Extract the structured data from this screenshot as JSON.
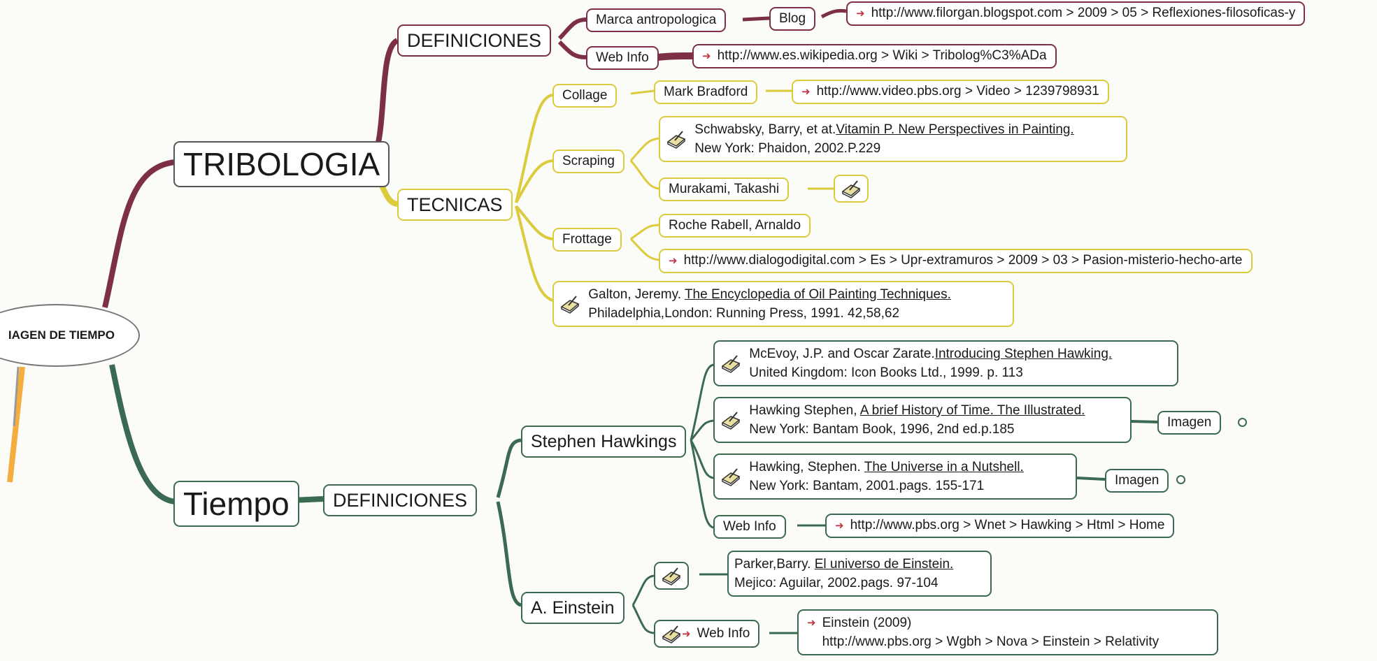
{
  "center": {
    "label": "IAGEN DE TIEMPO"
  },
  "tribologia": {
    "label": "TRIBOLOGIA",
    "definiciones": {
      "label": "DEFINICIONES",
      "marca": {
        "label": "Marca antropologica",
        "blog": {
          "label": "Blog",
          "url": "http://www.filorgan.blogspot.com > 2009 > 05 > Reflexiones-filosoficas-y"
        }
      },
      "webinfo": {
        "label": "Web Info",
        "url": "http://www.es.wikipedia.org > Wiki > Tribolog%C3%ADa"
      }
    },
    "tecnicas": {
      "label": "TECNICAS",
      "collage": {
        "label": "Collage",
        "artist": "Mark Bradford",
        "url": "http://www.video.pbs.org > Video > 1239798931"
      },
      "scraping": {
        "label": "Scraping",
        "ref": {
          "line1_pre": "Schwabsky, Barry, et at.",
          "line1_title": "Vitamin P. New Perspectives in Painting.",
          "line2": "New York: Phaidon, 2002.P.229"
        },
        "artist": "Murakami, Takashi"
      },
      "frottage": {
        "label": "Frottage",
        "artist": "Roche Rabell, Arnaldo",
        "url": "http://www.dialogodigital.com > Es > Upr-extramuros > 2009 > 03 > Pasion-misterio-hecho-arte"
      },
      "galton": {
        "line1_pre": "Galton, Jeremy. ",
        "line1_title": "The Encyclopedia of Oil Painting Techniques.",
        "line2": "Philadelphia,London: Running Press, 1991. 42,58,62"
      }
    }
  },
  "tiempo": {
    "label": "Tiempo",
    "definiciones": {
      "label": "DEFINICIONES",
      "hawking": {
        "label": "Stephen Hawkings",
        "ref1": {
          "line1_pre": "McEvoy, J.P. and Oscar Zarate.",
          "line1_title": "Introducing Stephen Hawking.",
          "line2": "United Kingdom: Icon Books Ltd., 1999. p. 113"
        },
        "ref2": {
          "line1_pre": "Hawking Stephen, ",
          "line1_title": "A brief History of Time. The Illustrated.",
          "line2": "New York: Bantam Book, 1996, 2nd ed.p.185",
          "extra": "Imagen"
        },
        "ref3": {
          "line1_pre": "Hawking, Stephen. ",
          "line1_title": "The Universe in a Nutshell.",
          "line2": "New York: Bantam, 2001.pags. 155-171",
          "extra": "Imagen"
        },
        "webinfo": {
          "label": "Web Info",
          "url": "http://www.pbs.org > Wnet > Hawking > Html > Home"
        }
      },
      "einstein": {
        "label": "A. Einstein",
        "ref": {
          "line1_pre": "Parker,Barry. ",
          "line1_title": "El universo de Einstein.",
          "line2": "Mejico: Aguilar, 2002.pags. 97-104"
        },
        "webinfo": {
          "label": "Web Info",
          "line1": "Einstein (2009)",
          "line2": "http://www.pbs.org > Wgbh > Nova > Einstein > Relativity"
        }
      }
    }
  },
  "colors": {
    "tribologia": "#7d3045",
    "tecnicas": "#dccb3c",
    "tiempo": "#3b6a52",
    "arrow": "#c23a4a"
  }
}
